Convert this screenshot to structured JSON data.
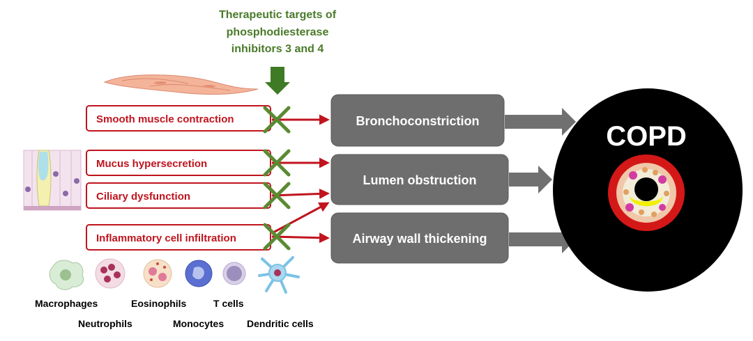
{
  "header": {
    "lines": [
      "Therapeutic targets of",
      "phosphodiesterase",
      "inhibitors 3 and 4"
    ]
  },
  "causes": [
    {
      "label": "Smooth muscle contraction"
    },
    {
      "label": "Mucus hypersecretion"
    },
    {
      "label": "Ciliary dysfunction"
    },
    {
      "label": "Inflammatory cell infiltration"
    }
  ],
  "effects": [
    {
      "label": "Bronchoconstriction"
    },
    {
      "label": "Lumen obstruction"
    },
    {
      "label": "Airway wall thickening"
    }
  ],
  "outcome": {
    "label": "COPD"
  },
  "cell_types": [
    "Macrophages",
    "Neutrophils",
    "Eosinophils",
    "Monocytes",
    "T cells",
    "Dendritic cells"
  ],
  "colors": {
    "header_text": "#4a7a2a",
    "target_arrow": "#3f7b25",
    "inhibition_cross": "#5a8a32",
    "cause_border": "#c0141e",
    "cause_text": "#c0141e",
    "red_arrow": "#c0141e",
    "effect_box": "#6e6e6e",
    "gray_arrow": "#707070",
    "outcome_fill": "#000000",
    "outcome_text": "#ffffff"
  }
}
